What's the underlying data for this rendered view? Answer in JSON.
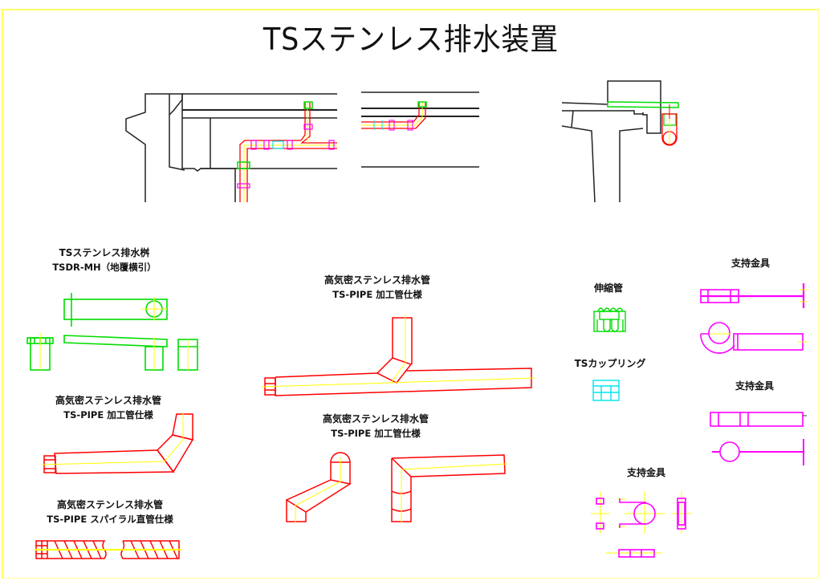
{
  "title": "TSステンレス排水装置",
  "colors": {
    "structure": "#222222",
    "pipe": "#ff0000",
    "centerline": "#ffff00",
    "box": "#00ee00",
    "bracket": "#ff00ff",
    "coupling": "#00e5ee",
    "border": "#ffff66"
  },
  "labels": {
    "catch_basin": {
      "line1": "TSステンレス排水桝",
      "line2": "TSDR-MH（地覆横引）"
    },
    "pipe_bend": {
      "line1": "高気密ステンレス排水管",
      "line2": "TS-PIPE 加工管仕様"
    },
    "pipe_spiral": {
      "line1": "高気密ステンレス排水管",
      "line2": "TS-PIPE スパイラル直管仕様"
    },
    "pipe_branch": {
      "line1": "高気密ステンレス排水管",
      "line2": "TS-PIPE 加工管仕様"
    },
    "pipe_elbows": {
      "line1": "高気密ステンレス排水管",
      "line2": "TS-PIPE 加工管仕様"
    },
    "expansion_joint": "伸縮管",
    "coupling": "TSカップリング",
    "bracket_1": "支持金具",
    "bracket_2": "支持金具",
    "bracket_3": "支持金具"
  }
}
